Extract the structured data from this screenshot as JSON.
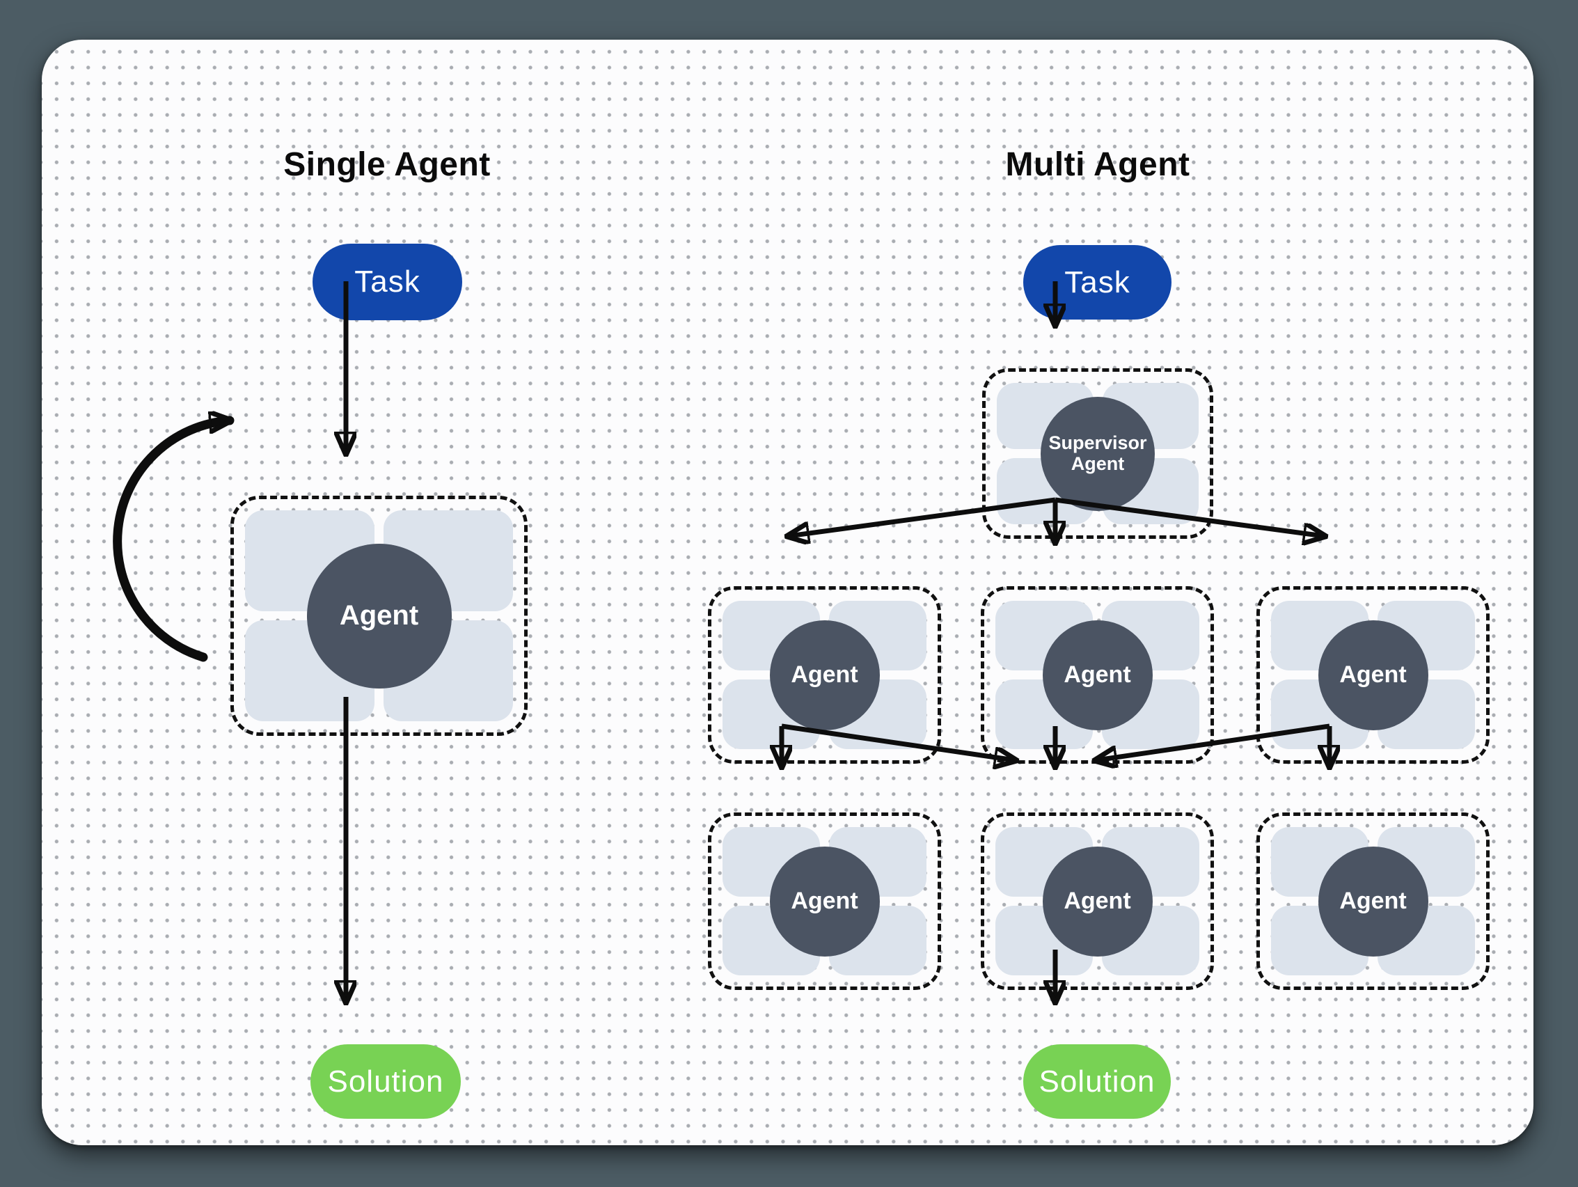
{
  "colors": {
    "canvas_background": "#4c5c64",
    "card_background": "#fcfcfd",
    "task_pill": "#1247ab",
    "solution_pill": "#78d254",
    "agent_circle": "#4b5463",
    "tool_slot": "#dce3ec",
    "line": "#0d0d0d"
  },
  "single_agent": {
    "title": "Single Agent",
    "task_label": "Task",
    "agent_label": "Agent",
    "solution_label": "Solution"
  },
  "multi_agent": {
    "title": "Multi Agent",
    "task_label": "Task",
    "supervisor_line1": "Supervisor",
    "supervisor_line2": "Agent",
    "row1_agents": [
      "Agent",
      "Agent",
      "Agent"
    ],
    "row2_agents": [
      "Agent",
      "Agent",
      "Agent"
    ],
    "solution_label": "Solution"
  }
}
